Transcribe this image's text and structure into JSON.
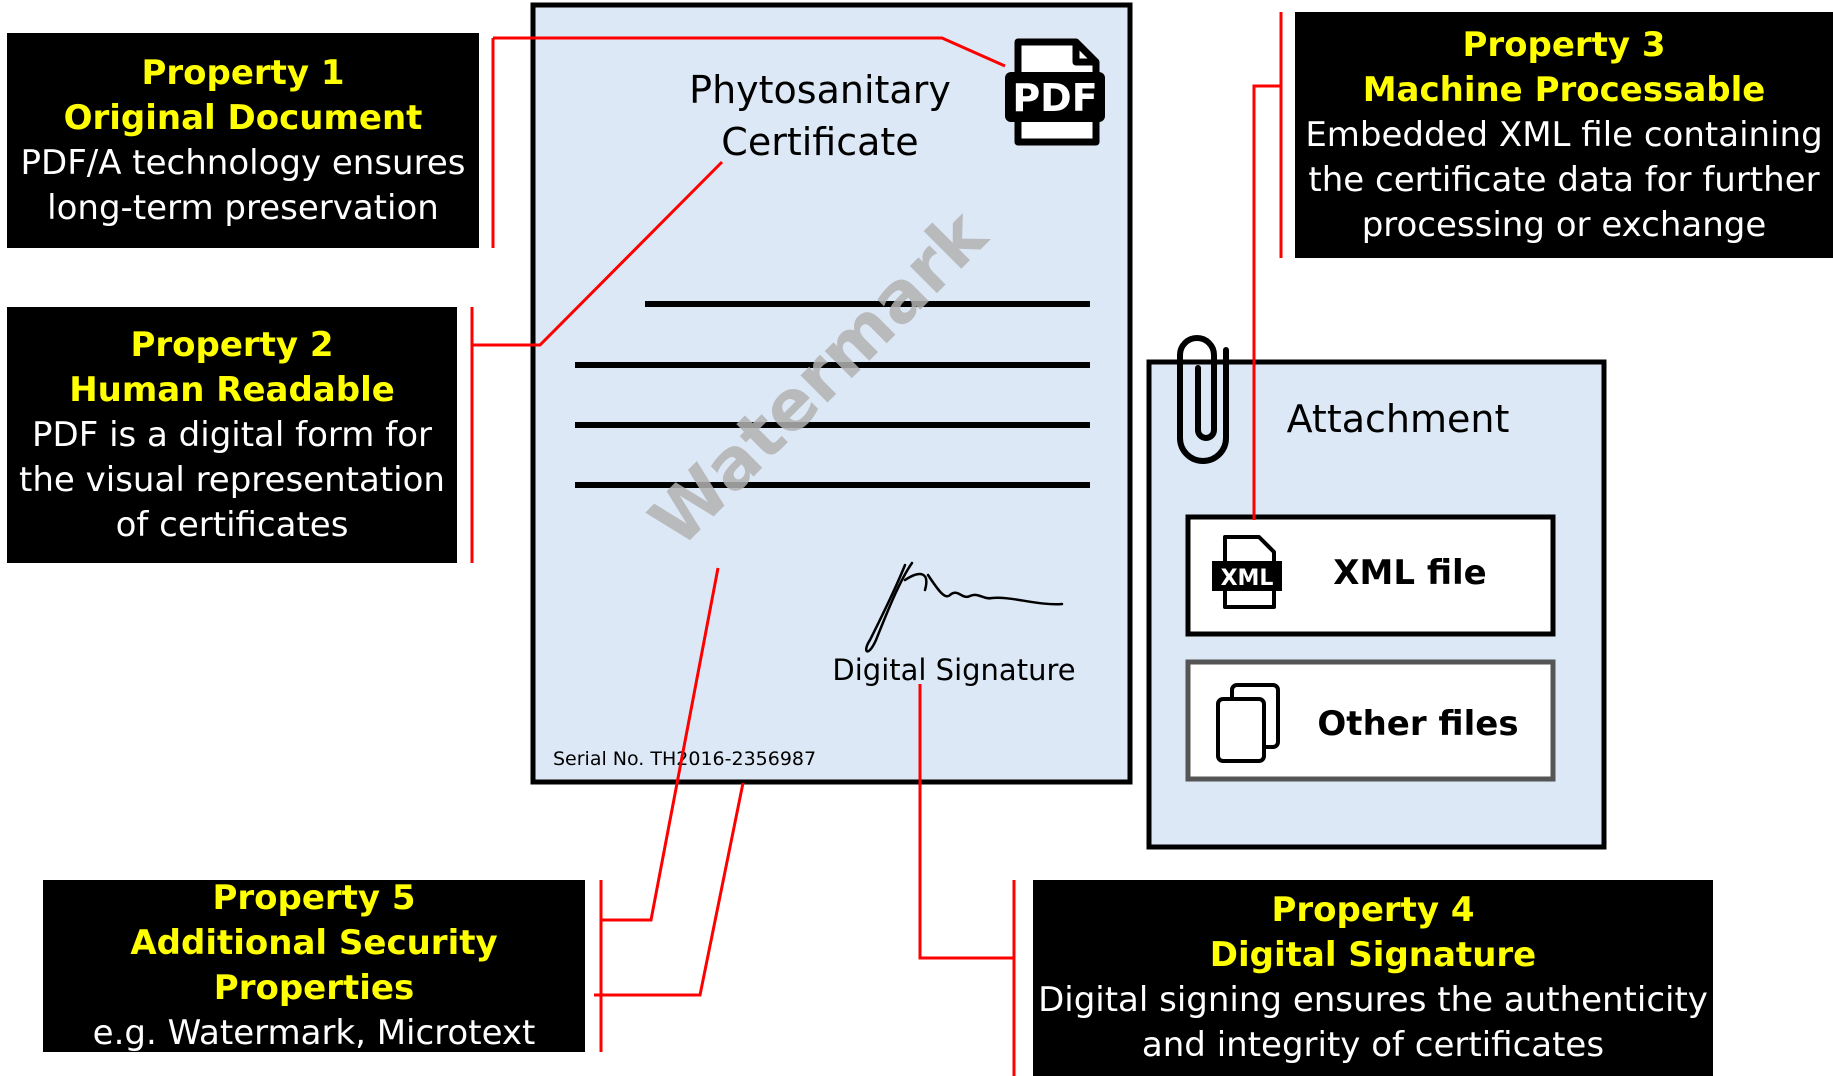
{
  "colors": {
    "box_bg": "#000000",
    "box_title": "#ffff00",
    "box_text": "#ffffff",
    "connector": "#ff0000",
    "document_bg": "#dce8f5",
    "watermark": "#b3b3b3"
  },
  "properties": [
    {
      "title": "Property 1",
      "subtitle": "Original Document",
      "lines": [
        "PDF/A technology ensures",
        "long-term preservation"
      ]
    },
    {
      "title": "Property 2",
      "subtitle": "Human Readable",
      "lines": [
        "PDF is a digital form for",
        "the visual representation",
        "of certificates"
      ]
    },
    {
      "title": "Property 3",
      "subtitle": "Machine Processable",
      "lines": [
        "Embedded XML file containing",
        "the certificate data for further",
        "processing or exchange"
      ]
    },
    {
      "title": "Property 4",
      "subtitle": "Digital Signature",
      "lines": [
        "Digital signing ensures the authenticity",
        "and integrity of certificates"
      ]
    },
    {
      "title": "Property 5",
      "subtitle": "Additional Security Properties",
      "lines": [
        "e.g. Watermark, Microtext"
      ]
    }
  ],
  "certificate": {
    "title_line1": "Phytosanitary",
    "title_line2": "Certificate",
    "pdf_icon_label": "PDF",
    "watermark": "Watermark",
    "signature_label": "Digital Signature",
    "serial": "Serial No. TH2016-2356987"
  },
  "attachment": {
    "title": "Attachment",
    "icon": "paperclip-icon",
    "items": [
      {
        "label": "XML file",
        "icon": "xml-file-icon",
        "icon_label": "XML"
      },
      {
        "label": "Other files",
        "icon": "copy-files-icon"
      }
    ]
  }
}
